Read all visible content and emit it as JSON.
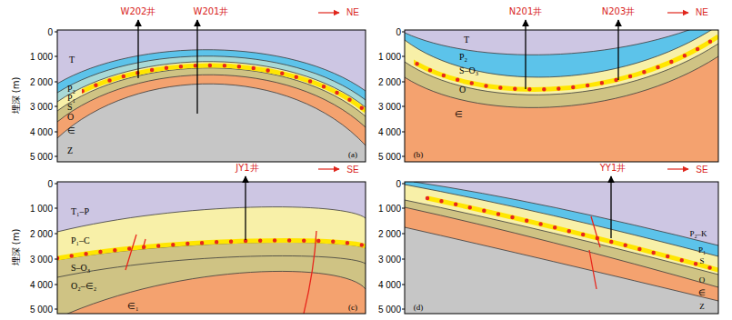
{
  "diagram": {
    "labels": [
      "0",
      "1 000",
      "2 000",
      "3 000",
      "4 000",
      "5 000",
      "埋深 (m)",
      "W202井",
      "W201井",
      "NE",
      "T",
      "P₂",
      "P₁",
      "S",
      "O",
      "∈",
      "Z",
      "(a)",
      "0",
      "1 000",
      "2 000",
      "3 000",
      "4 000",
      "5 000",
      "N201井",
      "N203井",
      "NE",
      "T",
      "P₂",
      "S–O₃",
      "O",
      "∈",
      "(b)",
      "0",
      "1 000",
      "2 000",
      "3 000",
      "4 000",
      "5 000",
      "埋深 (m)",
      "JY1井",
      "SE",
      "T₁–P",
      "P₁–C",
      "S–O₃",
      "O₂–∈₂",
      "∈₁",
      "(c)",
      "0",
      "1 000",
      "2 000",
      "3 000",
      "4 000",
      "5 000",
      "YY1井",
      "SE",
      "P₂–K",
      "P₁",
      "S",
      "O",
      "∈",
      "Z",
      "(d)"
    ]
  }
}
